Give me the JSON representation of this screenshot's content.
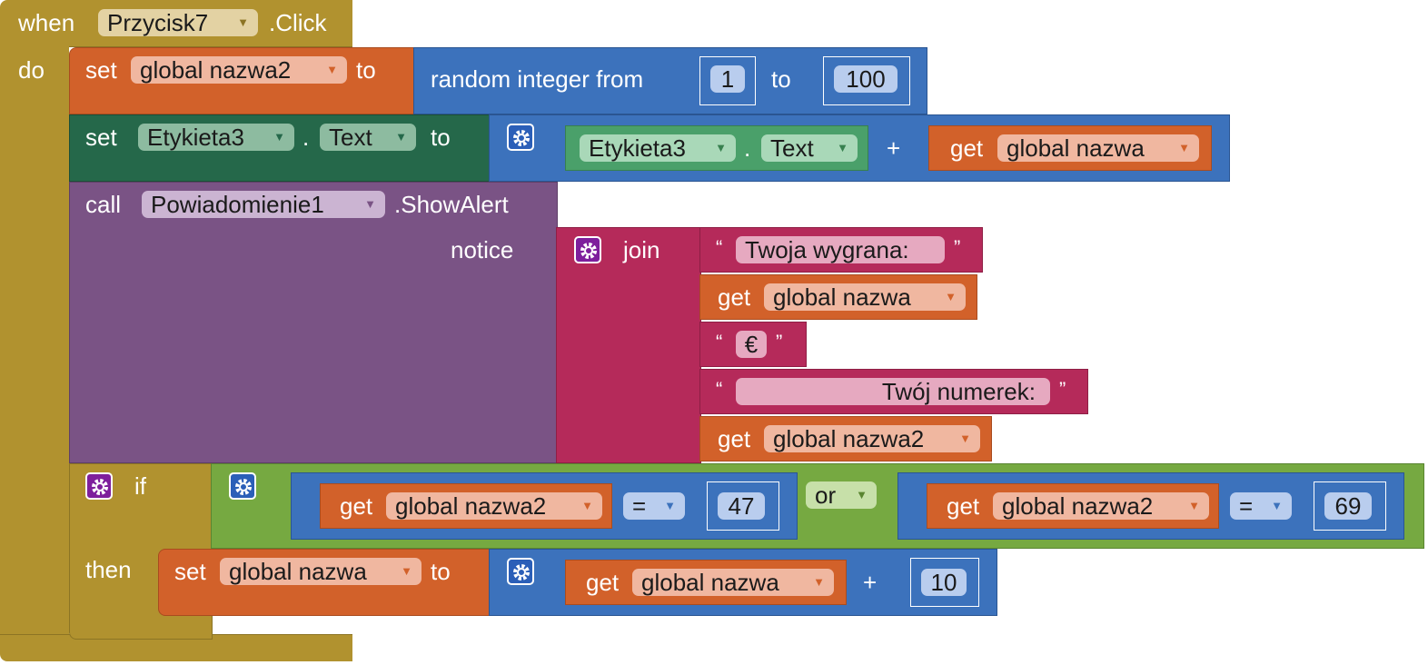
{
  "colors": {
    "control": "#b1922f",
    "variable": "#d2612a",
    "math": "#3c72bc",
    "component_set": "#25684a",
    "component_get": "#4aa06a",
    "procedure_call": "#7a5385",
    "text": "#b52a5a",
    "logic": "#76a941"
  },
  "event": {
    "when": "when",
    "component": "Przycisk7",
    "event_name": ".Click",
    "do": "do"
  },
  "stmt1": {
    "set": "set",
    "var": "global nazwa2",
    "to": "to",
    "random_label": "random integer from",
    "from": "1",
    "to2": "to",
    "max": "100"
  },
  "stmt2": {
    "set": "set",
    "component": "Etykieta3",
    "dot": ".",
    "prop": "Text",
    "to": "to",
    "get_component": "Etykieta3",
    "get_dot": ".",
    "get_prop": "Text",
    "plus": "+",
    "get": "get",
    "var": "global nazwa"
  },
  "stmt3": {
    "call": "call",
    "component": "Powiadomienie1",
    "method": ".ShowAlert",
    "notice": "notice",
    "join": "join",
    "items": [
      {
        "kind": "text",
        "open": "“",
        "value": "Twoja wygrana:",
        "close": "”"
      },
      {
        "kind": "get",
        "get": "get",
        "var": "global nazwa"
      },
      {
        "kind": "text",
        "open": "“",
        "value": "€",
        "close": "”"
      },
      {
        "kind": "text",
        "open": "“",
        "value": "Twój numerek:",
        "close": "”"
      },
      {
        "kind": "get",
        "get": "get",
        "var": "global nazwa2"
      }
    ]
  },
  "stmt4": {
    "if": "if",
    "then": "then",
    "cond_left": {
      "get": "get",
      "var": "global nazwa2",
      "op": "=",
      "value": "47"
    },
    "or": "or",
    "cond_right": {
      "get": "get",
      "var": "global nazwa2",
      "op": "=",
      "value": "69"
    },
    "then_set": "set",
    "then_var": "global nazwa",
    "then_to": "to",
    "then_get": "get",
    "then_get_var": "global nazwa",
    "then_plus": "+",
    "then_value": "10"
  },
  "icons": {
    "mutator": "gear-icon",
    "dropdown": "triangle-down-icon"
  }
}
